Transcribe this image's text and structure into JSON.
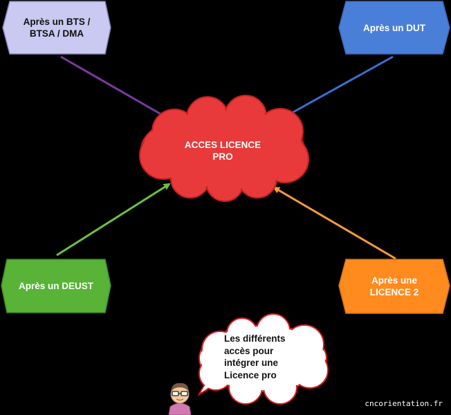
{
  "nodes": {
    "bts": {
      "label": "Après un BTS /\nBTSA / DMA",
      "fill": "#c9c9f2",
      "stroke": "#8484b8"
    },
    "dut": {
      "label": "Après un DUT",
      "fill": "#4a7fd9",
      "stroke": "#3a66b6"
    },
    "deust": {
      "label": "Après un DEUST",
      "fill": "#58b336",
      "stroke": "#3f8a25"
    },
    "licence2": {
      "label": "Après une\nLICENCE 2",
      "fill": "#ff8a1e",
      "stroke": "#d9700f"
    }
  },
  "center": {
    "label": "ACCES LICENCE\nPRO",
    "fill": "#e83a3a",
    "stroke": "#c41f1f"
  },
  "arrows": {
    "bts": "#7a3aa0",
    "dut": "#3c6fd0",
    "deust": "#6cc040",
    "licence2": "#ff9a3c"
  },
  "speech": {
    "text": "Les différents\naccès pour\nintégrer une\nLicence pro"
  },
  "watermark": "cncorientation.fr"
}
